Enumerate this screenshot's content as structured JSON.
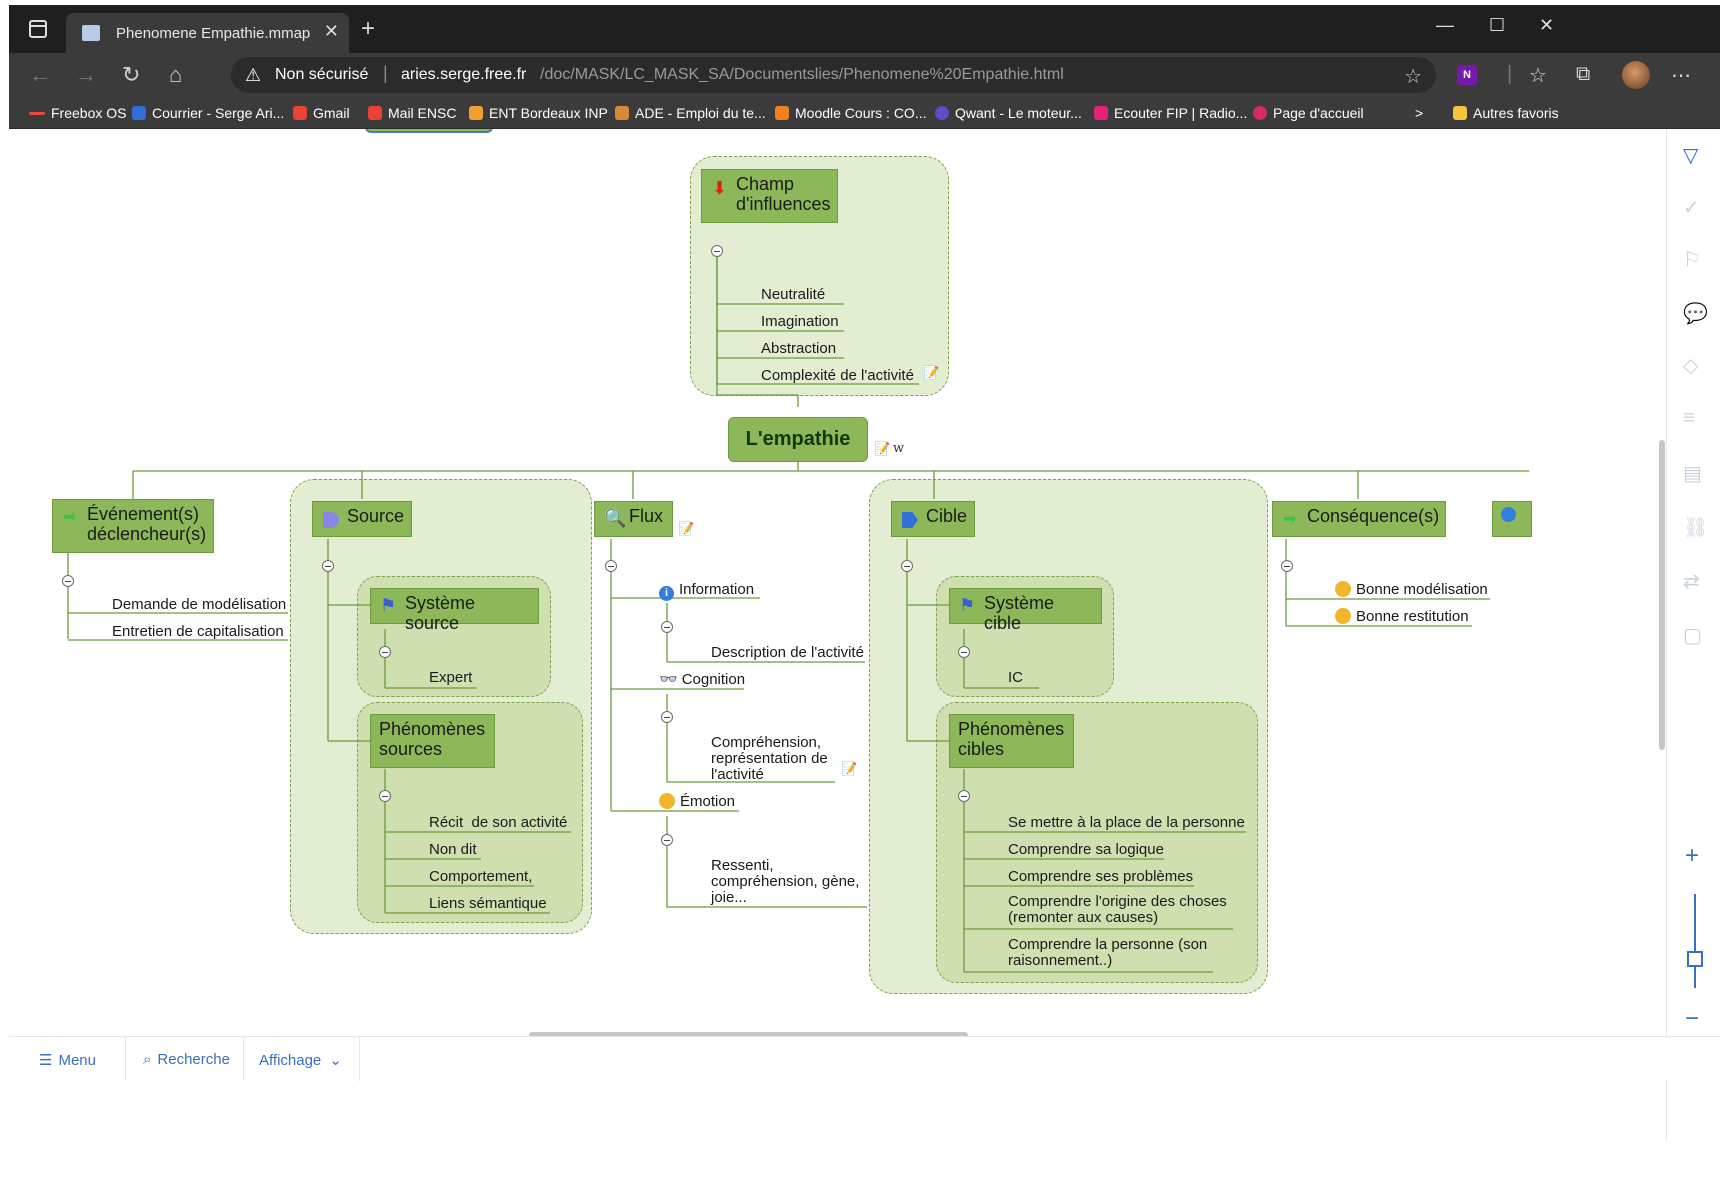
{
  "tab": {
    "title": "Phenomene Empathie.mmap",
    "close": "✕",
    "new": "+"
  },
  "window": {
    "minimize": "—",
    "maximize": "☐",
    "close": "✕"
  },
  "address": {
    "security_label": "Non sécurisé",
    "separator": "|",
    "host": "aries.serge.free.fr",
    "path": "/doc/MASK/LC_MASK_SA/Documentslies/Phenomene%20Empathie.html"
  },
  "bookmarks": [
    {
      "label": "Freebox OS",
      "color": "#e84b3c"
    },
    {
      "label": "Courrier - Serge Ari...",
      "color": "#2f6fd6"
    },
    {
      "label": "Gmail",
      "color": "#ea4335"
    },
    {
      "label": "Mail ENSC",
      "color": "#ea4335"
    },
    {
      "label": "ENT Bordeaux INP",
      "color": "#f0a030"
    },
    {
      "label": "ADE - Emploi du te...",
      "color": "#d88a3a"
    },
    {
      "label": "Moodle Cours : CO...",
      "color": "#f3801f"
    },
    {
      "label": "Qwant - Le moteur...",
      "color": "#5b4ec9"
    },
    {
      "label": "Ecouter FIP | Radio...",
      "color": "#e2237a"
    },
    {
      "label": "Page d'accueil",
      "color": "#d62a6b"
    }
  ],
  "bookmarks_more": ">",
  "other_favorites": "Autres favoris",
  "mindmap": {
    "central": "L'empathie",
    "champ": {
      "title": "Champ d'influences",
      "items": [
        "Neutralité",
        "Imagination",
        "Abstraction",
        "Complexité de l'activité"
      ]
    },
    "evenement": {
      "title": "Événement(s) déclencheur(s)",
      "items": [
        "Demande de modélisation",
        "Entretien de capitalisation"
      ]
    },
    "source": {
      "title": "Source",
      "systeme": {
        "title": "Système source",
        "items": [
          "Expert"
        ]
      },
      "phenomenes": {
        "title": "Phénomènes sources",
        "items": [
          "Récit  de son activité",
          "Non dit",
          "Comportement,",
          "Liens sémantique"
        ]
      }
    },
    "flux": {
      "title": "Flux",
      "information": {
        "label": "Information",
        "items": [
          "Description de l'activité"
        ]
      },
      "cognition": {
        "label": "Cognition",
        "items": [
          "Compréhension, représentation de l'activité"
        ]
      },
      "emotion": {
        "label": "Émotion",
        "items": [
          "Ressenti, compréhension, gène, joie..."
        ]
      }
    },
    "cible": {
      "title": "Cible",
      "systeme": {
        "title": "Système cible",
        "items": [
          "IC"
        ]
      },
      "phenomenes": {
        "title": "Phénomènes cibles",
        "items": [
          "Se mettre à la place de la personne",
          "Comprendre sa logique",
          "Comprendre ses problèmes",
          "Comprendre l'origine des choses (remonter aux causes)",
          "Comprendre la personne (son raisonnement..)"
        ]
      }
    },
    "consequences": {
      "title": "Conséquence(s)",
      "items": [
        "Bonne modélisation",
        "Bonne restitution"
      ]
    },
    "wiki_icon": "w",
    "colors": {
      "topic": "#8db85a",
      "group": "#e3edd1",
      "subgroup": "#cfdfb0",
      "line": "#6c9a3d"
    }
  },
  "bottom": {
    "menu": "Menu",
    "search": "Recherche",
    "view": "Affichage"
  }
}
